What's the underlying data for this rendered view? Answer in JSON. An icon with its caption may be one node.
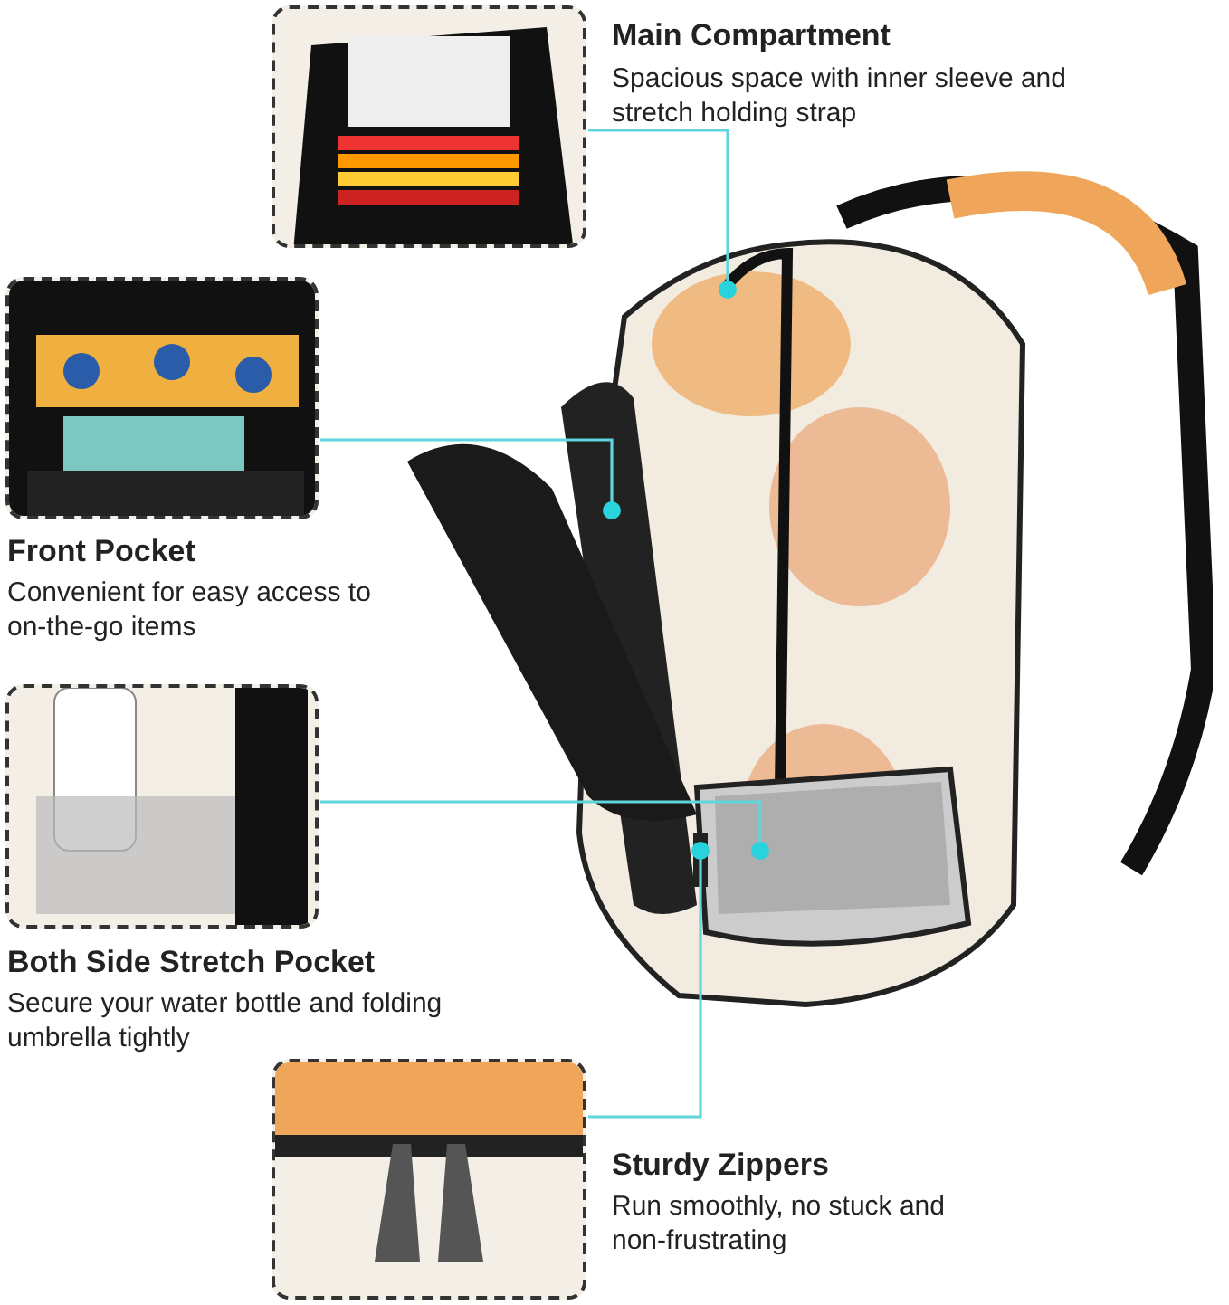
{
  "diagram": {
    "nodes": [
      {
        "text": [],
        "shape": "picture"
      },
      {
        "text": [],
        "shape": "picture",
        "beside": [
          "Main Compartment",
          "Spacious space with inner sleeve and stretch holding strap"
        ]
      },
      {
        "text": [],
        "shape": "picture",
        "beside": [
          "Front Pocket",
          "Convenient for easy access to on-the-go items"
        ]
      },
      {
        "text": [],
        "shape": "picture",
        "beside": [
          "Both Side Stretch Pocket",
          "Secure your water bottle and folding umbrella tightly"
        ]
      },
      {
        "text": [],
        "shape": "picture",
        "beside": [
          "Sturdy Zippers",
          "Run smoothly, no stuck and non-frustrating"
        ]
      }
    ],
    "edges": [
      {
        "from": 1,
        "to": 0,
        "arrow": "other"
      },
      {
        "from": 2,
        "to": 0,
        "arrow": "other"
      },
      {
        "from": 3,
        "to": 0,
        "arrow": "other"
      },
      {
        "from": 4,
        "to": 0,
        "arrow": "other"
      }
    ]
  }
}
